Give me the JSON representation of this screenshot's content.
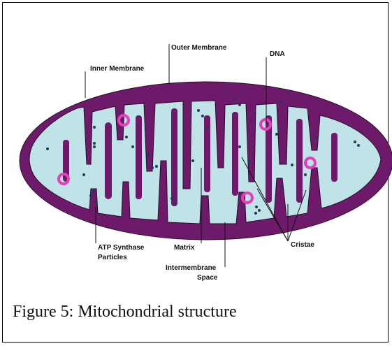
{
  "figure": {
    "caption": "Figure 5:  Mitochondrial structure",
    "labels": {
      "outer_membrane": "Outer Membrane",
      "inner_membrane": "Inner Membrane",
      "dna": "DNA",
      "atp_synthase_line1": "ATP Synthase",
      "atp_synthase_line2": "Particles",
      "matrix": "Matrix",
      "intermembrane_line1": "Intermembrane",
      "intermembrane_line2": "Space",
      "cristae": "Cristae"
    },
    "colors": {
      "membrane": "#6e1a6b",
      "matrix": "#bfe3e6",
      "dna_ring": "#e23fb8",
      "particles": "#1f3a5a"
    }
  }
}
